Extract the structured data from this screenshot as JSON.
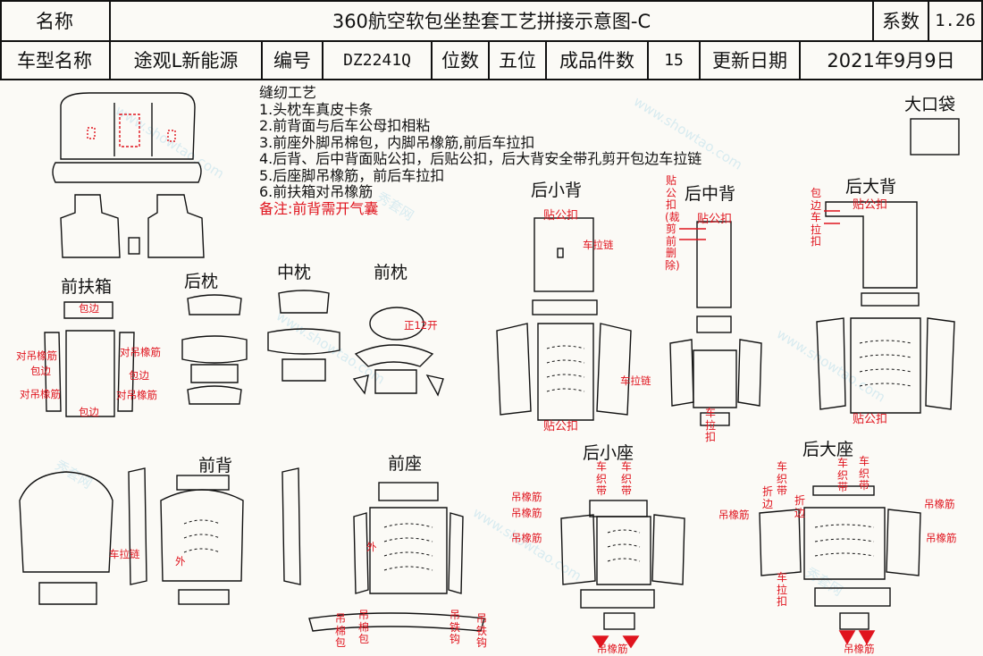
{
  "header": {
    "name_label": "名称",
    "title": "360航空软包坐垫套工艺拼接示意图-C",
    "coef_label": "系数",
    "coef_value": "1.26",
    "model_label": "车型名称",
    "model_value": "途观L新能源",
    "code_label": "编号",
    "code_value": "DZ2241Q",
    "seat_label": "位数",
    "seat_value": "五位",
    "pieces_label": "成品件数",
    "pieces_value": "15",
    "date_label": "更新日期",
    "date_value": "2021年9月9日"
  },
  "notes": {
    "heading": "缝纫工艺",
    "items": [
      "1.头枕车真皮卡条",
      "2.前背面与后车公母扣相粘",
      "3.前座外脚吊棉包，内脚吊橡筋,前后车拉扣",
      "4.后背、后中背面贴公扣，后贴公扣，后大背安全带孔剪开包边车拉链",
      "5.后座脚吊橡筋，前后车拉扣",
      "6.前扶箱对吊橡筋"
    ],
    "remark": "备注:前背需开气囊"
  },
  "sections": {
    "bag": "大口袋",
    "armrest": "前扶箱",
    "rear_pillow": "后枕",
    "mid_pillow": "中枕",
    "front_pillow": "前枕",
    "rear_small_back": "后小背",
    "rear_mid_back": "后中背",
    "rear_big_back": "后大背",
    "front_back": "前背",
    "front_seat": "前座",
    "rear_small_seat": "后小座",
    "rear_big_seat": "后大座"
  },
  "labels": {
    "wrap": "包边",
    "tie_elastic": "对吊橡筋",
    "open_hole": "正12开",
    "velcro": "贴公扣",
    "zipper": "车拉链",
    "outer": "外",
    "hang_elastic": "吊橡筋",
    "hang_cotton": "吊棉包",
    "hang_hook": "吊铁钩",
    "zipper_button": "车拉扣",
    "velcro_cut": "贴公扣(裁剪前删除)",
    "wrap_zipper": "包边车拉扣",
    "zipper_fold": "车织带",
    "fold_edge": "折边"
  },
  "watermark": {
    "cn": "秀套网",
    "en": "www.showtao.com"
  },
  "colors": {
    "annotation": "#e0141e",
    "line": "#111111"
  }
}
